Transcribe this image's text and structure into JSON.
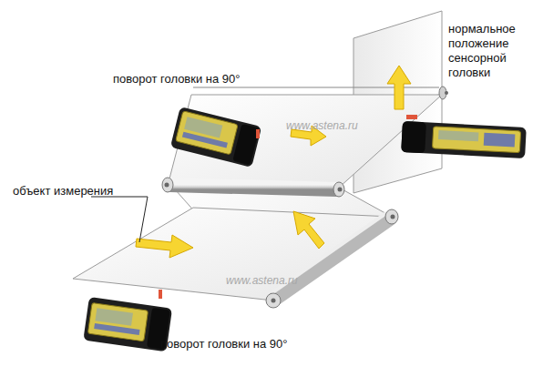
{
  "diagram": {
    "labels": [
      "поворот головки на 90°",
      "нормальное положение сенсорной головки",
      "www.astena.ru",
      "объект измерения",
      "www.astena.ru",
      "поворот головки на 90°"
    ]
  }
}
